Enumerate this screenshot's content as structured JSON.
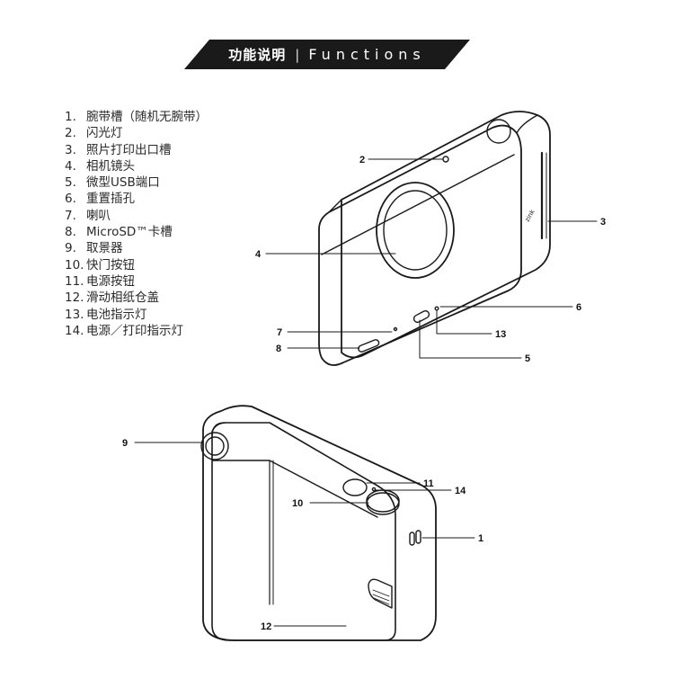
{
  "banner": {
    "title_cn": "功能说明",
    "separator": "|",
    "title_en": "Functions"
  },
  "functions": [
    {
      "num": "1.",
      "label": "腕带槽（随机无腕带）"
    },
    {
      "num": "2.",
      "label": "闪光灯"
    },
    {
      "num": "3.",
      "label": "照片打印出口槽"
    },
    {
      "num": "4.",
      "label": "相机镜头"
    },
    {
      "num": "5.",
      "label": "微型USB端口"
    },
    {
      "num": "6.",
      "label": "重置插孔"
    },
    {
      "num": "7.",
      "label": "喇叭"
    },
    {
      "num": "8.",
      "label": "MicroSD™卡槽"
    },
    {
      "num": "9.",
      "label": "取景器"
    },
    {
      "num": "10.",
      "label": "快门按钮"
    },
    {
      "num": "11.",
      "label": "电源按钮"
    },
    {
      "num": "12.",
      "label": "滑动相纸仓盖"
    },
    {
      "num": "13.",
      "label": "电池指示灯"
    },
    {
      "num": "14.",
      "label": "电源／打印指示灯"
    }
  ],
  "callouts": {
    "c1": "1",
    "c2": "2",
    "c3": "3",
    "c4": "4",
    "c5": "5",
    "c6": "6",
    "c7": "7",
    "c8": "8",
    "c9": "9",
    "c10": "10",
    "c11": "11",
    "c12": "12",
    "c13": "13",
    "c14": "14"
  }
}
